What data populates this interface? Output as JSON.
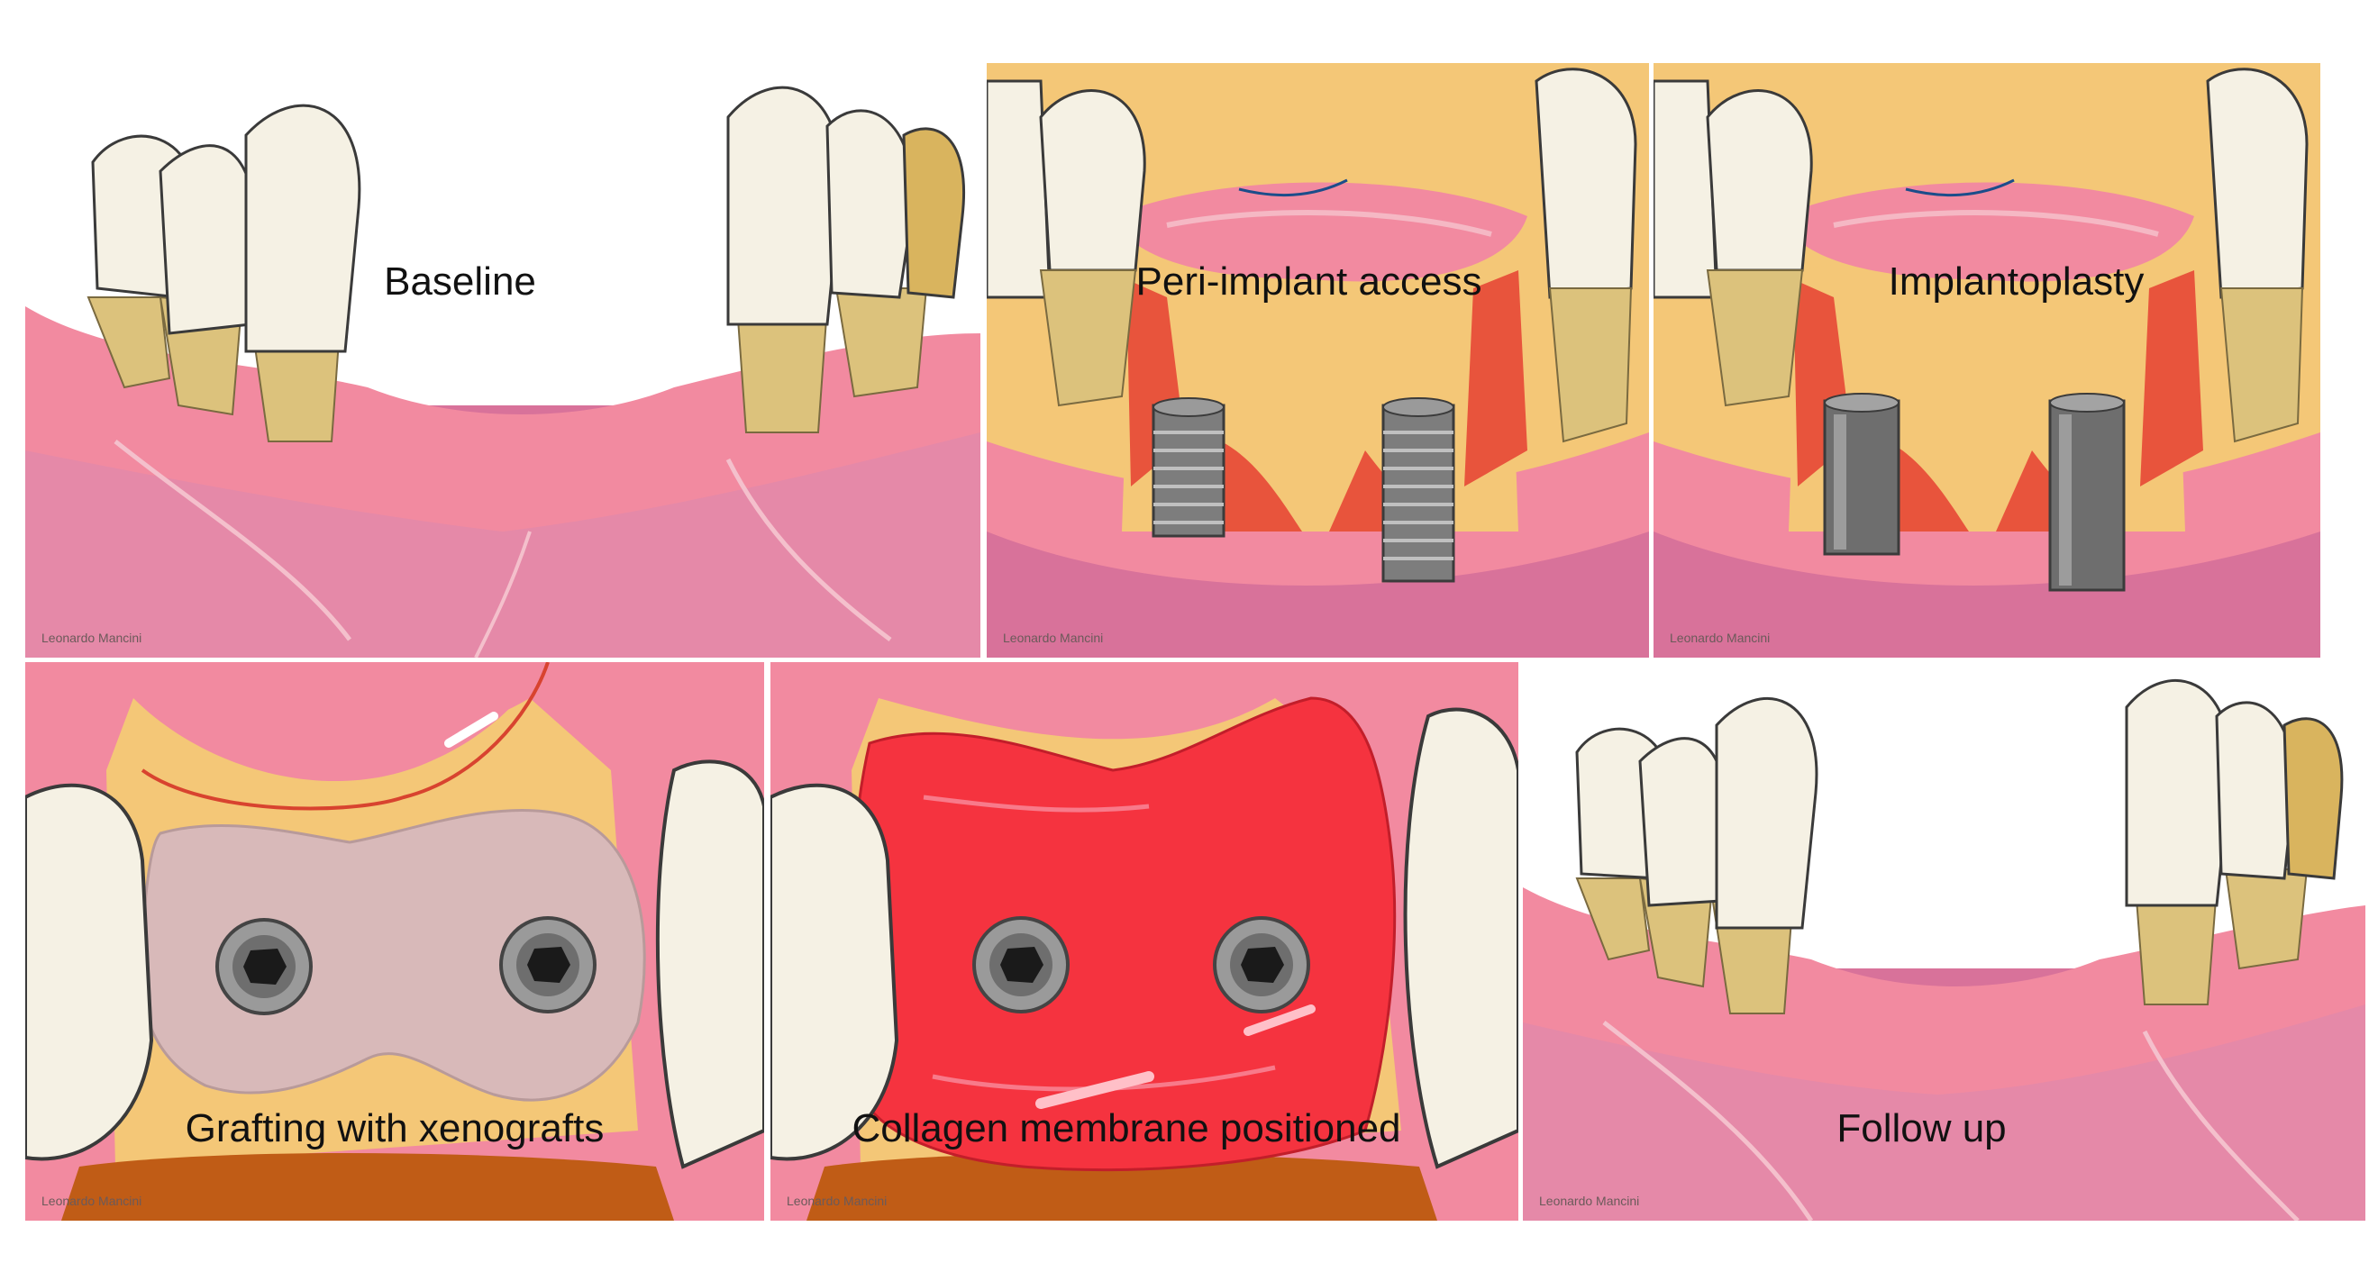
{
  "panels": [
    {
      "id": "baseline",
      "caption": "Baseline",
      "credit": "Leonardo Mancini"
    },
    {
      "id": "access",
      "caption": "Peri-implant access",
      "credit": "Leonardo Mancini"
    },
    {
      "id": "implantoplasty",
      "caption": "Implantoplasty",
      "credit": "Leonardo Mancini"
    },
    {
      "id": "grafting",
      "caption": "Grafting with xenografts",
      "credit": "Leonardo Mancini"
    },
    {
      "id": "membrane",
      "caption": "Collagen membrane positioned",
      "credit": "Leonardo Mancini"
    },
    {
      "id": "follow-up",
      "caption": "Follow up",
      "credit": "Leonardo Mancini"
    }
  ],
  "colors": {
    "gum_pink": "#f28aa0",
    "gum_dark": "#d8729a",
    "bone_yellow": "#f4c777",
    "tooth": "#f5f1e4",
    "root": "#dcc27c",
    "flap_red": "#e8543c",
    "membrane_red": "#f5333f",
    "xenograft": "#d8b9b9",
    "implant_grey": "#7d7d7d",
    "deep_bone": "#c05c16"
  }
}
